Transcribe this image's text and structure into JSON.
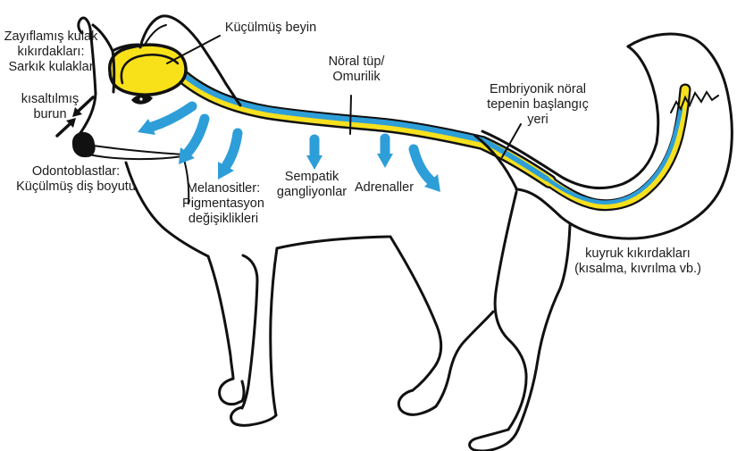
{
  "figure": {
    "background": "#ffffff",
    "colors": {
      "outline_black": "#111111",
      "neural_tube_blue": "#2E9ED9",
      "neural_crest_yellow": "#F7E01E",
      "brain_yellow": "#F9E11A",
      "text_color": "#1c1c1c"
    }
  },
  "annotations": {
    "weakened_ear": {
      "lines": [
        "Zayıflamış kulak",
        "kıkırdakları:",
        "Sarkık kulaklar"
      ]
    },
    "shrunken_brain": {
      "lines": [
        "Küçülmüş beyin"
      ]
    },
    "neural_tube": {
      "lines": [
        "Nöral tüp/",
        "Omurilik"
      ]
    },
    "neural_crest_origin": {
      "lines": [
        "Embriyonik nöral",
        "tepenin başlangıç",
        "yeri"
      ]
    },
    "shortened_snout": {
      "lines": [
        "kısaltılmış",
        "burun"
      ]
    },
    "odontoblasts": {
      "lines": [
        "Odontoblastlar:",
        "Küçülmüş diş boyutu"
      ]
    },
    "melanocytes": {
      "lines": [
        "Melanositler:",
        "Pigmentasyon",
        "değişiklikleri"
      ]
    },
    "sympathetic_ganglia": {
      "lines": [
        "Sempatik",
        "gangliyonlar"
      ]
    },
    "adrenals": {
      "lines": [
        "Adrenaller"
      ]
    },
    "tail_cartilage": {
      "lines": [
        "kuyruk kıkırdakları",
        "(kısalma, kıvrılma vb.)"
      ]
    }
  }
}
